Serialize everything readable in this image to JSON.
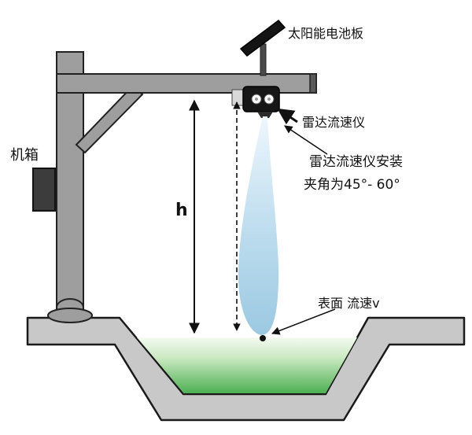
{
  "labels": {
    "cabinet": "机箱",
    "solar_panel": "太阳能电池板",
    "radar_meter": "雷达流速仪",
    "install_line1": "雷达流速仪安装",
    "install_line2": "夹角为45°- 60°",
    "height": "h",
    "surface_velocity": "表面 流速v"
  },
  "colors": {
    "structure_gray": "#9e9e9e",
    "structure_outline": "#222222",
    "cabinet_dark": "#3c3c3c",
    "solar_panel_black": "#141414",
    "radar_body_black": "#161616",
    "beam_blue_light": "#edf6fc",
    "beam_blue_dark": "#96c6e0",
    "water_green": "#4db052",
    "concrete_gray": "#c8c8c8"
  }
}
